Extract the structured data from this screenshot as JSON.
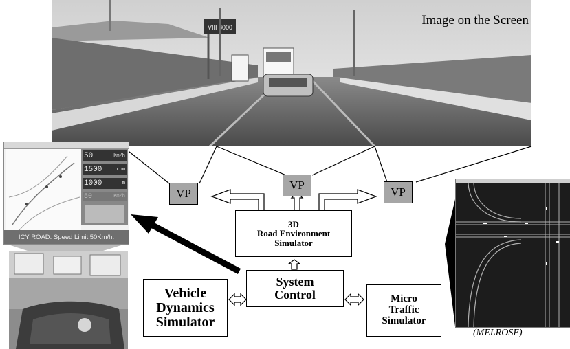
{
  "screen": {
    "caption": "Image on the Screen"
  },
  "road_image": {
    "sign_text": "VIII 8000"
  },
  "vp_nodes": {
    "left": "VP",
    "center": "VP",
    "right": "VP"
  },
  "boxes": {
    "road_env": {
      "line1": "3D",
      "line2": "Road Environment",
      "line3": "Simulator"
    },
    "system_control": {
      "line1": "System",
      "line2": "Control"
    },
    "vehicle_dynamics": {
      "line1": "Vehicle",
      "line2": "Dynamics",
      "line3": "Simulator"
    },
    "micro_traffic": {
      "line1": "Micro",
      "line2": "Traffic",
      "line3": "Simulator"
    }
  },
  "dashboard": {
    "readout1_value": "50",
    "readout1_unit": "Km/h",
    "readout2_value": "1500",
    "readout2_unit": "rpm",
    "readout3_value": "1000",
    "readout3_unit": "m",
    "readout4_value": "50",
    "readout4_unit": "Km/h",
    "status_text": "ICY ROAD. Speed Limit 50Km/h."
  },
  "melrose": {
    "caption": "(MELROSE)"
  },
  "colors": {
    "vp_fill": "#a6a6a6",
    "border": "#000000",
    "status_bar": "#6f6f6f"
  }
}
